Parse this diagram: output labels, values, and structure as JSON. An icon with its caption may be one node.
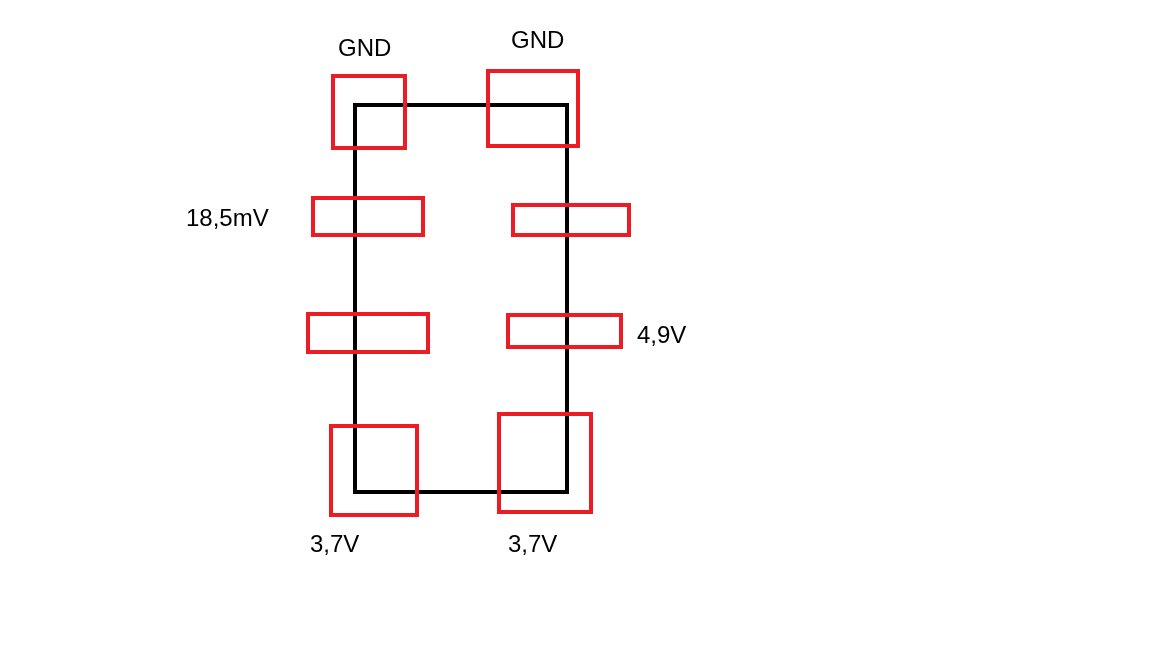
{
  "diagram": {
    "nodes": [
      {
        "text": [],
        "shape": "box"
      },
      {
        "text": [],
        "shape": "box",
        "beside": [
          "GND"
        ]
      },
      {
        "text": [],
        "shape": "box",
        "beside": [
          "GND"
        ]
      },
      {
        "text": [],
        "shape": "box",
        "beside": [
          "18,5mV"
        ]
      },
      {
        "text": [],
        "shape": "box"
      },
      {
        "text": [],
        "shape": "box"
      },
      {
        "text": [],
        "shape": "box",
        "beside": [
          "4,9V"
        ]
      },
      {
        "text": [],
        "shape": "box",
        "beside": [
          "3,7V"
        ]
      },
      {
        "text": [],
        "shape": "box",
        "beside": [
          "3,7V"
        ]
      }
    ]
  }
}
